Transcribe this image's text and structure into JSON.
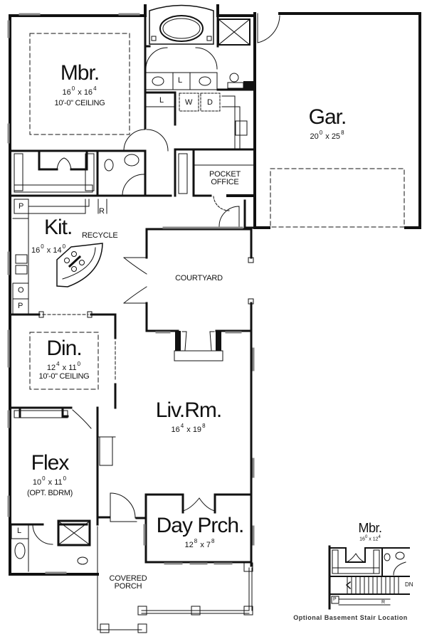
{
  "plan": {
    "rooms": {
      "master_bedroom": {
        "name": "Mbr.",
        "w_ft": "16",
        "w_in": "0",
        "x": "x",
        "d_ft": "16",
        "d_in": "4",
        "note": "10'-0\" CEILING"
      },
      "garage": {
        "name": "Gar.",
        "w_ft": "20",
        "w_in": "0",
        "x": "x",
        "d_ft": "25",
        "d_in": "8"
      },
      "kitchen": {
        "name": "Kit.",
        "w_ft": "16",
        "w_in": "0",
        "x": "x",
        "d_ft": "14",
        "d_in": "0",
        "recycle": "RECYCLE"
      },
      "dining": {
        "name": "Din.",
        "w_ft": "12",
        "w_in": "4",
        "x": "x",
        "d_ft": "11",
        "d_in": "0",
        "note": "10'-0\" CEILING"
      },
      "living": {
        "name": "Liv.Rm.",
        "w_ft": "16",
        "w_in": "4",
        "x": "x",
        "d_ft": "19",
        "d_in": "8"
      },
      "flex": {
        "name": "Flex",
        "w_ft": "10",
        "w_in": "0",
        "x": "x",
        "d_ft": "11",
        "d_in": "0",
        "note": "(OPT. BDRM)"
      },
      "day_porch": {
        "name": "Day Prch.",
        "w_ft": "12",
        "w_in": "8",
        "x": "x",
        "d_ft": "7",
        "d_in": "8"
      },
      "pocket_office": {
        "line1": "POCKET",
        "line2": "OFFICE"
      },
      "courtyard": {
        "name": "COURTYARD"
      },
      "covered_porch": {
        "line1": "COVERED",
        "line2": "PORCH"
      }
    },
    "fixtures": {
      "linen_bath": "L",
      "linen_hall": "L",
      "washer": "W",
      "dryer": "D",
      "pantry_top": "P",
      "refrigerator": "R",
      "oven": "O",
      "pantry_bottom": "P",
      "linen_flex": "L"
    },
    "inset": {
      "name": "Mbr.",
      "w_ft": "16",
      "w_in": "0",
      "x": "x",
      "d_ft": "12",
      "d_in": "4",
      "down": "DN",
      "pantry": "P",
      "refrigerator": "R",
      "caption": "Optional Basement Stair Location"
    }
  }
}
